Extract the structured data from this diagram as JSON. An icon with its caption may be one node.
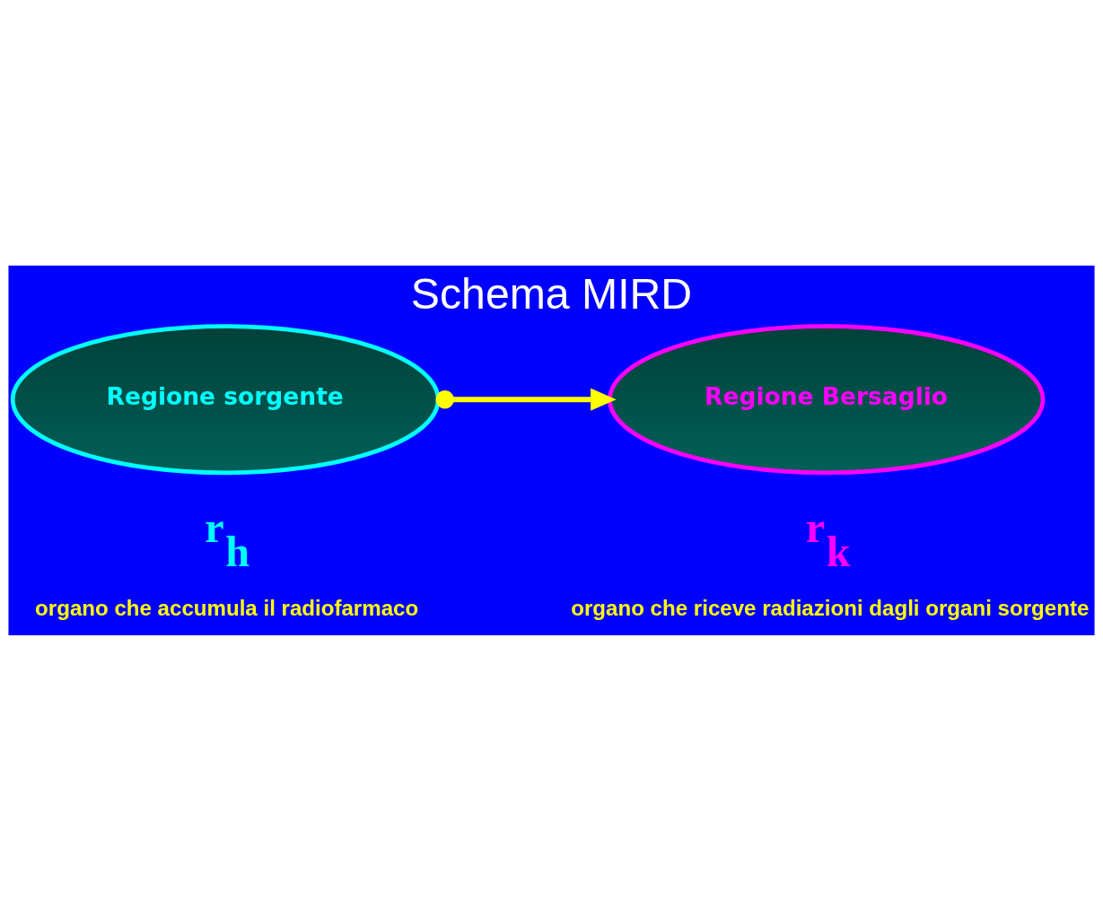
{
  "diagram": {
    "title": "Schema MIRD",
    "nodes": [
      {
        "text": [
          "Regione sorgente"
        ],
        "beside": [
          "r$_{h}$",
          "organo che accumula il radiofarmaco"
        ]
      },
      {
        "text": [
          "Regione Bersaglio"
        ],
        "beside": [
          "r$_{k}$",
          "organo che riceve radiazioni dagli organi sorgente"
        ]
      }
    ],
    "edges": [
      {
        "from": 0,
        "to": 1,
        "arrow": "to",
        "color": "#ffff00"
      }
    ]
  }
}
